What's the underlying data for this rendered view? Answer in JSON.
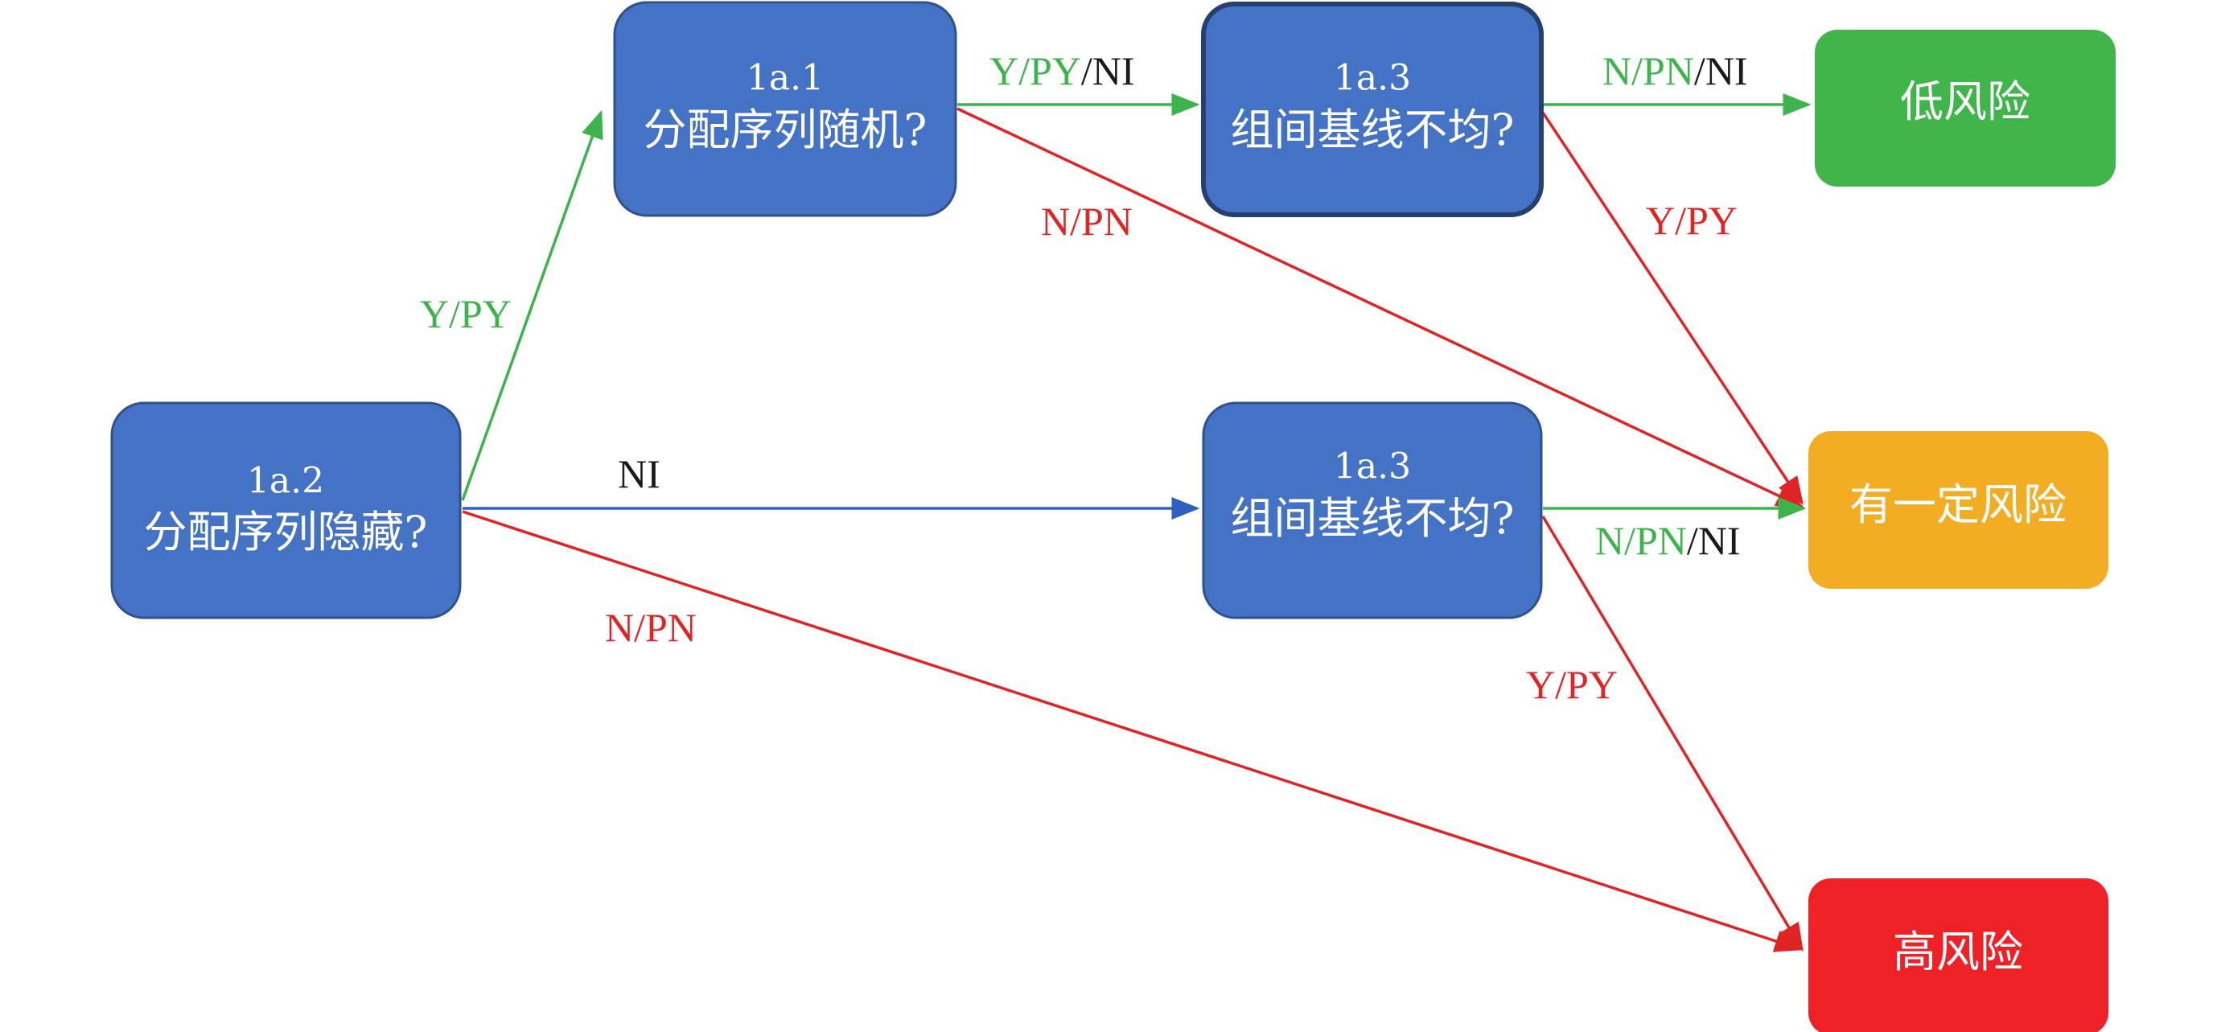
{
  "colors": {
    "decision": "#4472c4",
    "green": "#3cb44b",
    "red": "#e02424",
    "blue": "#2f5fbf",
    "black": "#1a1a1a",
    "low_risk": "#3fb54a",
    "some_risk": "#f2ad22",
    "high_risk": "#ee2127"
  },
  "nodes": {
    "q_1a2": {
      "id": "1a.2",
      "question": "分配序列隐藏?"
    },
    "q_1a1": {
      "id": "1a.1",
      "question": "分配序列随机?"
    },
    "q_1a3_top": {
      "id": "1a.3",
      "question": "组间基线不均?"
    },
    "q_1a3_mid": {
      "id": "1a.3",
      "question": "组间基线不均?"
    }
  },
  "outcomes": {
    "low": "低风险",
    "some": "有一定风险",
    "high": "高风险"
  },
  "edge_labels": {
    "a2_to_a1": {
      "text": "Y/PY"
    },
    "a2_to_a3mid": {
      "text": "NI"
    },
    "a2_to_high": {
      "text": "N/PN"
    },
    "a1_to_a3top": {
      "green": "Y/PY",
      "black": "/NI"
    },
    "a1_to_some": {
      "text": "N/PN"
    },
    "a3top_to_low": {
      "green": "N/PN",
      "black": "/NI"
    },
    "a3top_to_some": {
      "text": "Y/PY"
    },
    "a3mid_to_some": {
      "green": "N/PN",
      "black": "/NI"
    },
    "a3mid_to_high": {
      "text": "Y/PY"
    }
  }
}
